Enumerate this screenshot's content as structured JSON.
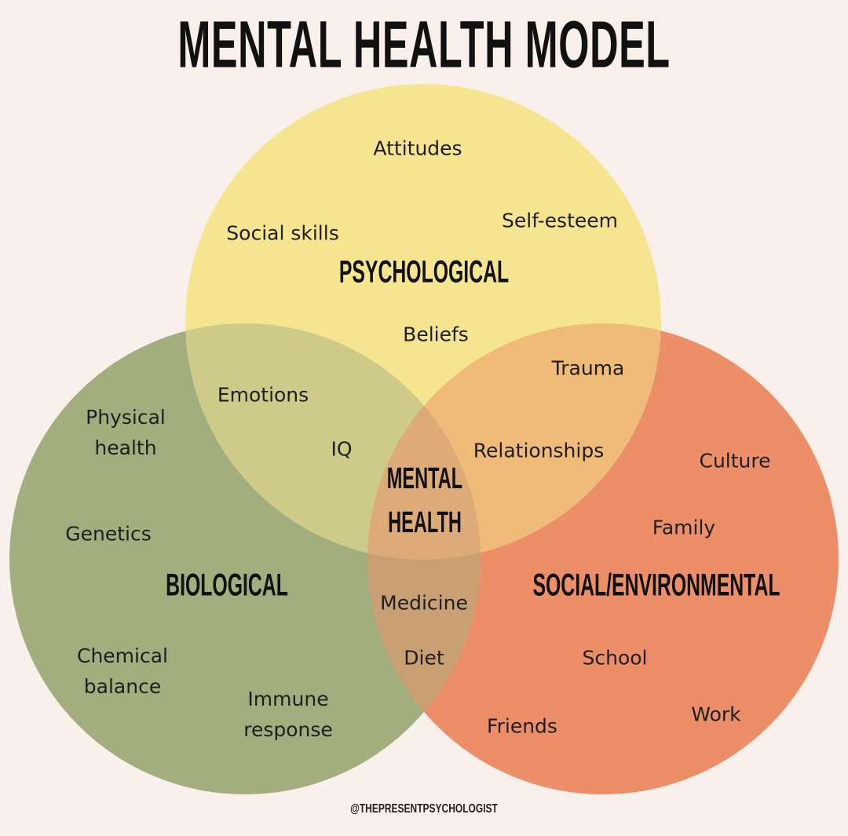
{
  "title": "MENTAL HEALTH MODEL",
  "colors": {
    "background": "#faf0eb",
    "psychological": "#f6e590",
    "biological": "#a2ae7e",
    "social": "#ec8f68",
    "psych_bio": "#cdcb87",
    "psych_social": "#f0bb78",
    "bio_social": "#c99f74",
    "center": "#dcab78"
  },
  "categories": {
    "psychological": "PSYCHOLOGICAL",
    "biological": "BIOLOGICAL",
    "social": "SOCIAL/ENVIRONMENTAL",
    "center": "MENTAL\nHEALTH"
  },
  "items": {
    "attitudes": "Attitudes",
    "social_skills": "Social skills",
    "self_esteem": "Self-esteem",
    "beliefs": "Beliefs",
    "trauma": "Trauma",
    "relationships": "Relationships",
    "emotions": "Emotions",
    "iq": "IQ",
    "physical_health": "Physical\nhealth",
    "genetics": "Genetics",
    "chemical_balance": "Chemical\nbalance",
    "immune_response": "Immune\nresponse",
    "medicine": "Medicine",
    "diet": "Diet",
    "culture": "Culture",
    "family": "Family",
    "school": "School",
    "work": "Work",
    "friends": "Friends"
  },
  "handle": "@THEPRESENTPSYCHOLOGIST"
}
